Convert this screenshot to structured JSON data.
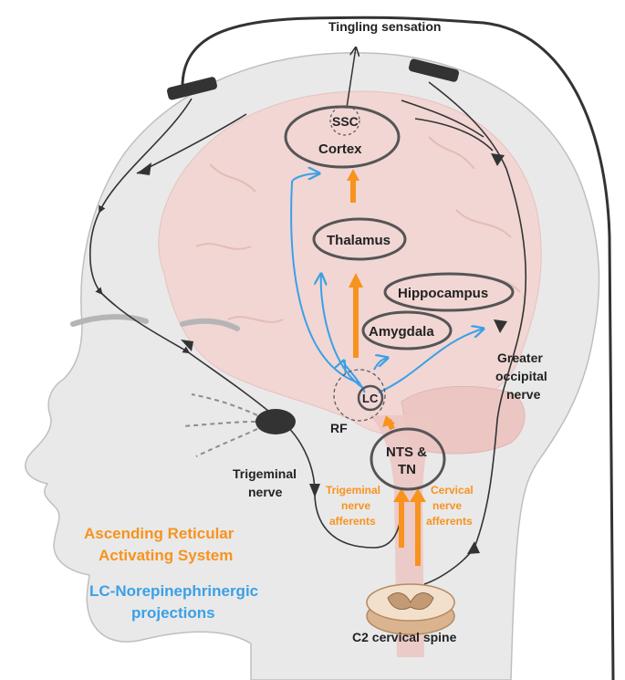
{
  "labels": {
    "tingling": "Tingling sensation",
    "ssc": "SSC",
    "cortex": "Cortex",
    "thalamus": "Thalamus",
    "hippocampus": "Hippocampus",
    "amygdala": "Amygdala",
    "lc": "LC",
    "rf": "RF",
    "nts_line1": "NTS &",
    "nts_line2": "TN",
    "greater_line1": "Greater",
    "greater_line2": "occipital",
    "greater_line3": "nerve",
    "trigeminal_line1": "Trigeminal",
    "trigeminal_line2": "nerve",
    "trig_aff_line1": "Trigeminal",
    "trig_aff_line2": "nerve",
    "trig_aff_line3": "afferents",
    "cerv_aff_line1": "Cervical",
    "cerv_aff_line2": "nerve",
    "cerv_aff_line3": "afferents",
    "aras_line1": "Ascending Reticular",
    "aras_line2": "Activating System",
    "lcne_line1": "LC-Norepinephrinergic",
    "lcne_line2": "projections",
    "spine": "C2 cervical spine"
  },
  "colors": {
    "ascending": "#f7931e",
    "lc_projection": "#3aa0e6",
    "nerve": "#333333",
    "brain": "#f1d6d4",
    "head": "#e9e9e9"
  }
}
